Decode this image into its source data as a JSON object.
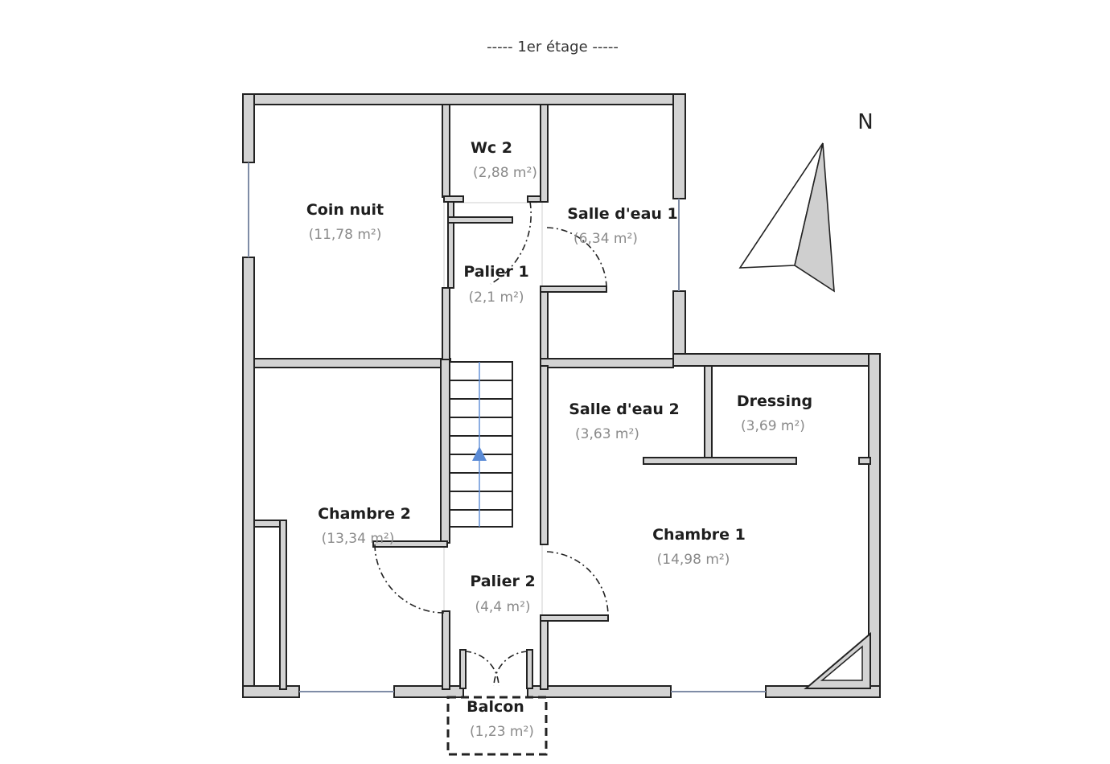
{
  "title": "-----  1er étage  -----",
  "compass_label": "N",
  "rooms": [
    {
      "id": "coin-nuit",
      "name": "Coin nuit",
      "area": "(11,78 m²)"
    },
    {
      "id": "wc-2",
      "name": "Wc 2",
      "area": "(2,88 m²)"
    },
    {
      "id": "salle-deau-1",
      "name": "Salle d'eau 1",
      "area": "(6,34 m²)"
    },
    {
      "id": "palier-1",
      "name": "Palier 1",
      "area": "(2,1 m²)"
    },
    {
      "id": "salle-deau-2",
      "name": "Salle d'eau 2",
      "area": "(3,63 m²)"
    },
    {
      "id": "dressing",
      "name": "Dressing",
      "area": "(3,69 m²)"
    },
    {
      "id": "chambre-2",
      "name": "Chambre 2",
      "area": "(13,34 m²)"
    },
    {
      "id": "chambre-1",
      "name": "Chambre 1",
      "area": "(14,98 m²)"
    },
    {
      "id": "palier-2",
      "name": "Palier 2",
      "area": "(4,4 m²)"
    },
    {
      "id": "balcon",
      "name": "Balcon",
      "area": "(1,23 m²)"
    }
  ],
  "colors": {
    "wall_fill": "#d3d3d3",
    "wall_stroke": "#222222",
    "window": "#7f8ca6",
    "stair_arrow": "#5b8bd6",
    "area_text": "#8a8a8a"
  }
}
